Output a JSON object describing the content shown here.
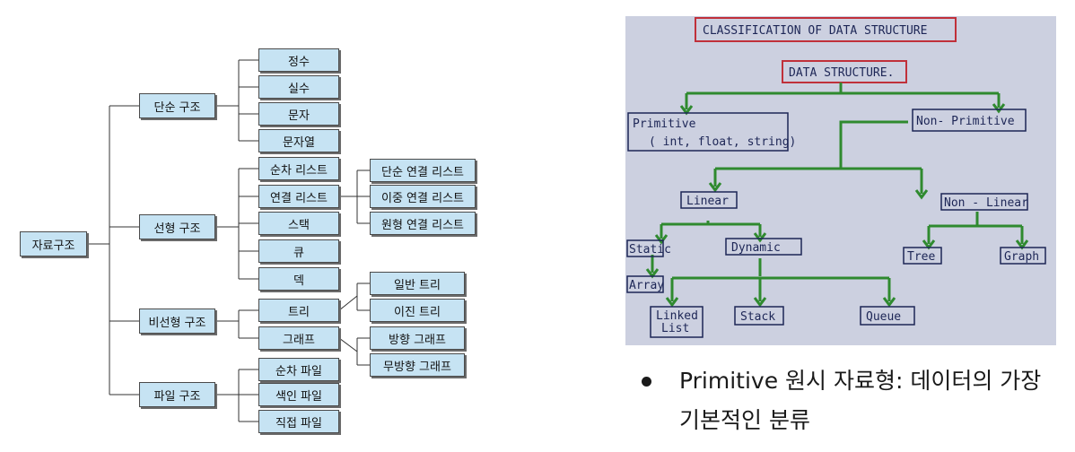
{
  "left_tree": {
    "root": "자료구조",
    "simple": {
      "label": "단순 구조",
      "children": [
        "정수",
        "실수",
        "문자",
        "문자열"
      ]
    },
    "linear": {
      "label": "선형 구조",
      "children": [
        "순차 리스트",
        "연결 리스트",
        "스택",
        "큐",
        "덱"
      ],
      "linked_children": [
        "단순 연결 리스트",
        "이중 연결 리스트",
        "원형 연결 리스트"
      ]
    },
    "nonlinear": {
      "label": "비선형 구조",
      "children": [
        "트리",
        "그래프"
      ],
      "tree_children": [
        "일반 트리",
        "이진 트리"
      ],
      "graph_children": [
        "방향 그래프",
        "무방향 그래프"
      ]
    },
    "file": {
      "label": "파일 구조",
      "children": [
        "순차 파일",
        "색인 파일",
        "직접 파일"
      ]
    }
  },
  "photo": {
    "title": "CLASSIFICATION OF DATA STRUCTURE",
    "root": "DATA STRUCTURE.",
    "primitive_line1": "Primitive",
    "primitive_line2": "( int, float, string)",
    "non_primitive": "Non- Primitive",
    "linear": "Linear",
    "non_linear": "Non - Linear",
    "static": "Static",
    "dynamic": "Dynamic",
    "tree": "Tree",
    "graph": "Graph",
    "array": "Array",
    "linked_line1": "Linked",
    "linked_line2": "List",
    "stack": "Stack",
    "queue": "Queue"
  },
  "bullet": {
    "text": "Primitive 원시 자료형: 데이터의 가장 기본적인 분류"
  }
}
